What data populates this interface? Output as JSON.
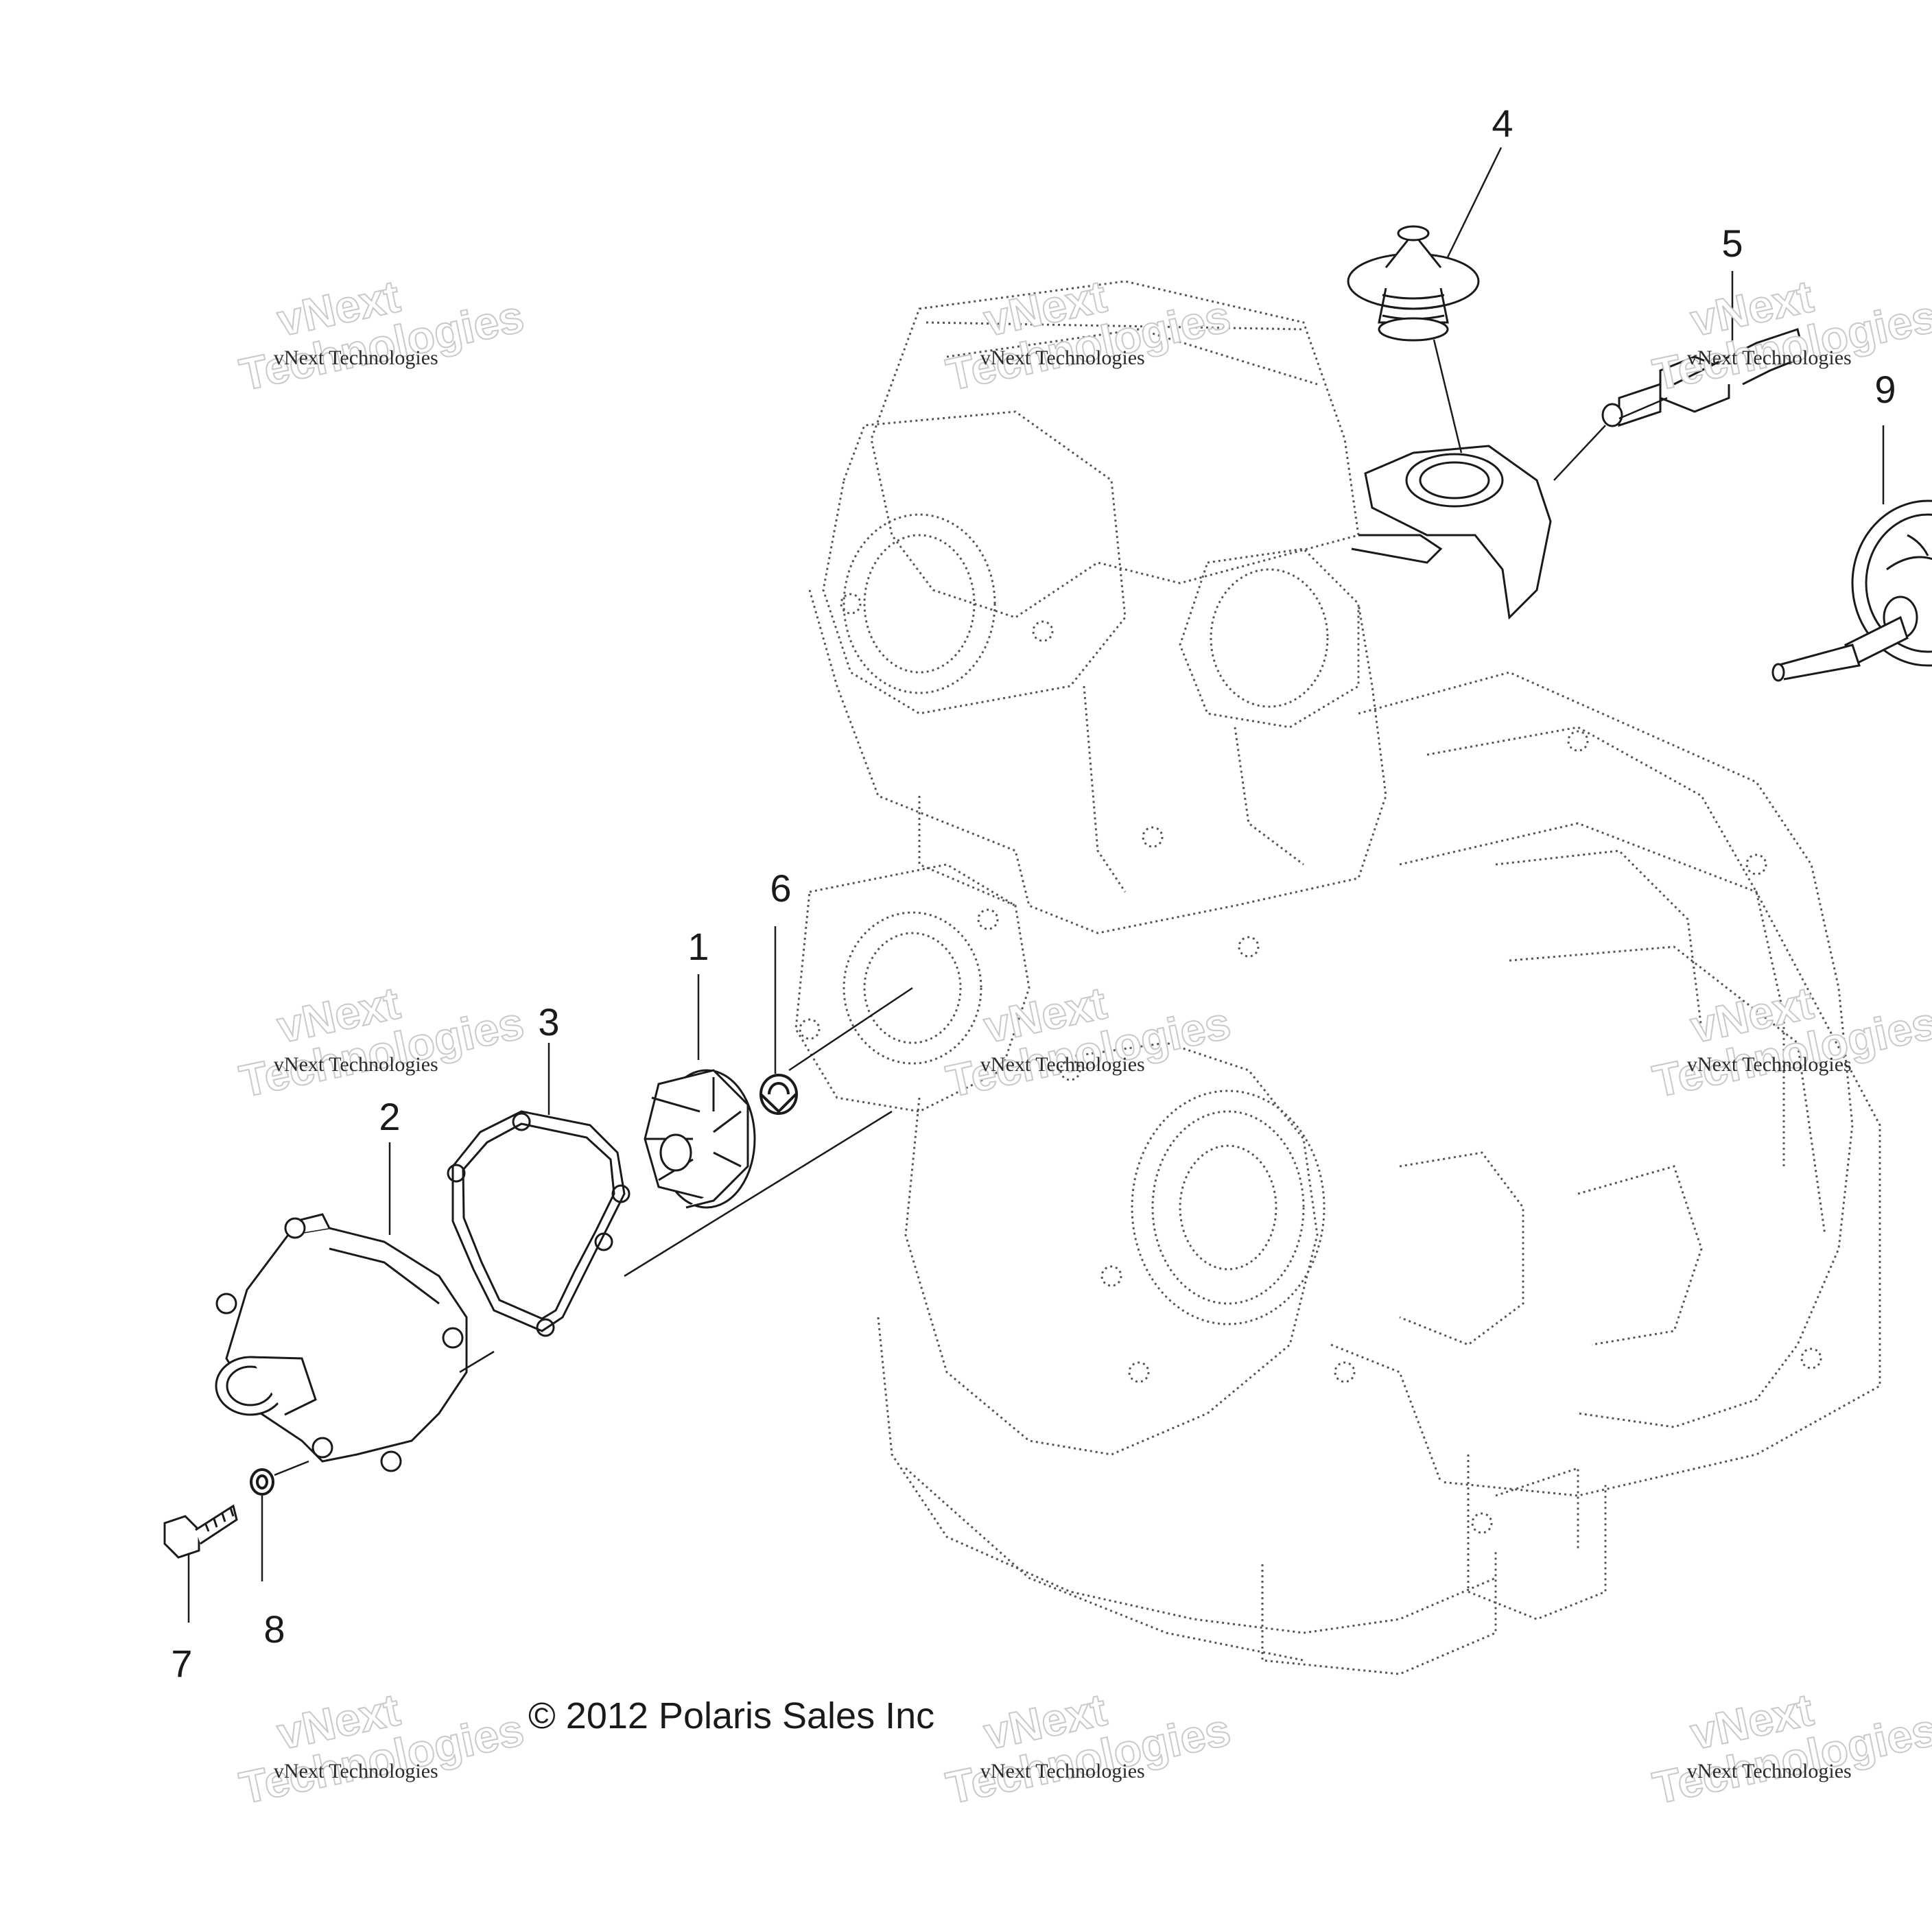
{
  "diagram": {
    "callouts": [
      {
        "id": "1",
        "label": "1"
      },
      {
        "id": "2",
        "label": "2"
      },
      {
        "id": "3",
        "label": "3"
      },
      {
        "id": "4",
        "label": "4"
      },
      {
        "id": "5",
        "label": "5"
      },
      {
        "id": "6",
        "label": "6"
      },
      {
        "id": "7",
        "label": "7"
      },
      {
        "id": "8",
        "label": "8"
      },
      {
        "id": "9",
        "label": "9"
      }
    ],
    "copyright": "© 2012 Polaris Sales Inc",
    "watermark": {
      "line1": "vNext",
      "line2": "Technologies",
      "small": "vNext Technologies"
    },
    "colors": {
      "ink": "#1a1a1a",
      "dotted": "#555555",
      "watermark_outline": "#c9c9c9"
    }
  }
}
